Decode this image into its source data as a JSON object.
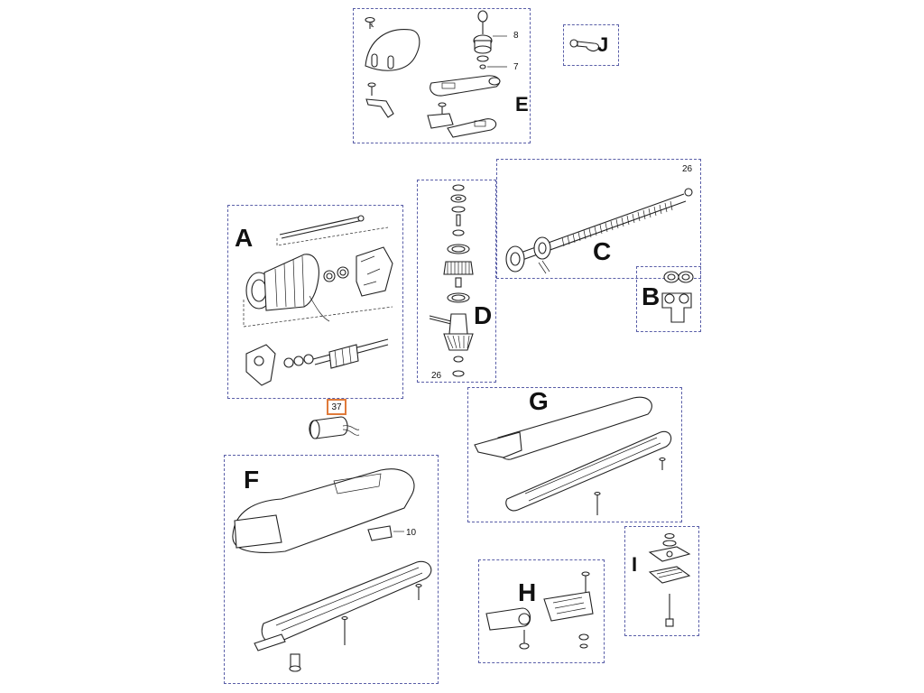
{
  "groups": {
    "a": "A",
    "b": "B",
    "c": "C",
    "d": "D",
    "e": "E",
    "f": "F",
    "g": "G",
    "h": "H",
    "i": "I",
    "j": "J"
  },
  "numbers": {
    "n8": "8",
    "n7": "7",
    "n26_c": "26",
    "n26_d": "26",
    "n37": "37",
    "n10": "10"
  },
  "colors": {
    "box_border": "#5a5fa8",
    "highlight": "#e07a3a"
  }
}
